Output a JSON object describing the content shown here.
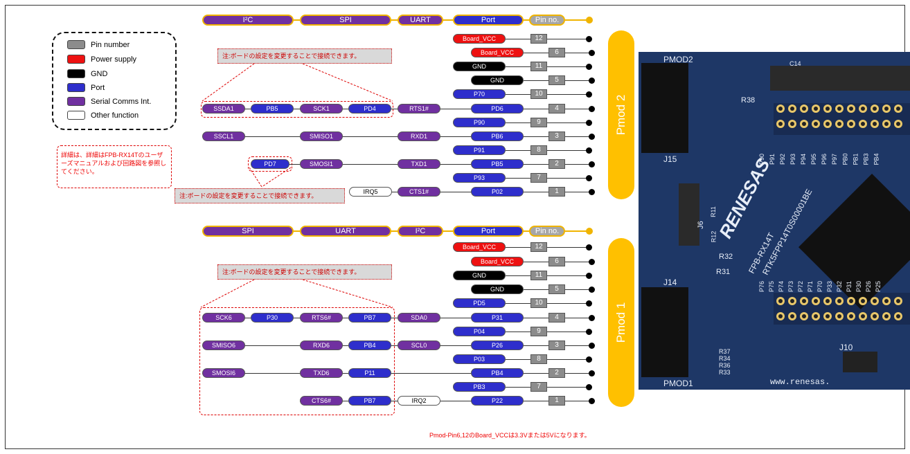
{
  "headers_top": {
    "i2c": "I²C",
    "spi": "SPI",
    "uart": "UART",
    "port": "Port",
    "pin": "Pin no."
  },
  "headers_bottom": {
    "spi": "SPI",
    "uart": "UART",
    "i2c": "I²C",
    "port": "Port",
    "pin": "Pin no."
  },
  "legend": [
    {
      "label": "Pin number",
      "color": "#8c8c8c"
    },
    {
      "label": "Power supply",
      "color": "#ee1111"
    },
    {
      "label": "GND",
      "color": "#000000"
    },
    {
      "label": "Port",
      "color": "#2e2ecc"
    },
    {
      "label": "Serial Comms Int.",
      "color": "#7030a0"
    },
    {
      "label": "Other function",
      "color": "#ffffff"
    }
  ],
  "pmod2": {
    "title": "Pmod 2",
    "note": "注:ボードの設定を変更することで接続できます。",
    "rows": [
      {
        "pin": "12",
        "port": "Board_VCC"
      },
      {
        "pin": "6",
        "port": "Board_VCC"
      },
      {
        "pin": "11",
        "port": "GND"
      },
      {
        "pin": "5",
        "port": "GND"
      },
      {
        "pin": "10",
        "port": "P70"
      },
      {
        "pin": "4",
        "port": "PD6",
        "signals": [
          "SSDA1",
          "PB5",
          "SCK1",
          "PD4",
          "RTS1#"
        ]
      },
      {
        "pin": "9",
        "port": "P90"
      },
      {
        "pin": "3",
        "port": "PB6",
        "signals": [
          "SSCL1",
          "SMISO1",
          "RXD1"
        ]
      },
      {
        "pin": "8",
        "port": "P91"
      },
      {
        "pin": "2",
        "port": "PB5",
        "signals": [
          "PD7",
          "SMOSI1",
          "TXD1"
        ]
      },
      {
        "pin": "7",
        "port": "P93"
      },
      {
        "pin": "1",
        "port": "P02",
        "signals": [
          "IRQ5",
          "CTS1#"
        ]
      }
    ]
  },
  "pmod1": {
    "title": "Pmod 1",
    "note": "注:ボードの設定を変更することで接続できます。",
    "rows": [
      {
        "pin": "12",
        "port": "Board_VCC"
      },
      {
        "pin": "6",
        "port": "Board_VCC"
      },
      {
        "pin": "11",
        "port": "GND"
      },
      {
        "pin": "5",
        "port": "GND"
      },
      {
        "pin": "10",
        "port": "PD5"
      },
      {
        "pin": "4",
        "port": "P31",
        "signals": [
          "SCK6",
          "P30",
          "RTS6#",
          "PB7",
          "SDA0"
        ]
      },
      {
        "pin": "9",
        "port": "P04"
      },
      {
        "pin": "3",
        "port": "P26",
        "signals": [
          "SMISO6",
          "RXD6",
          "PB4",
          "SCL0"
        ]
      },
      {
        "pin": "8",
        "port": "P03"
      },
      {
        "pin": "2",
        "port": "PB4",
        "signals": [
          "SMOSI6",
          "TXD6",
          "P11"
        ]
      },
      {
        "pin": "7",
        "port": "PB3"
      },
      {
        "pin": "1",
        "port": "P22",
        "signals": [
          "CTS6#",
          "PB7",
          "IRQ2"
        ]
      }
    ]
  },
  "note_mid": "注:ボードの設定を変更することで接続できます。",
  "detail_note": "詳細は、詳細はFPB-RX14Tのユーザーズマニュアルおよび回路図を参照してください。",
  "footer_note": "Pmod-Pin6,12のBoard_VCCは3.3Vまたは5Vになります。",
  "board": {
    "labels": [
      "PMOD2",
      "C14",
      "R38",
      "J15",
      "J14",
      "R32",
      "R31",
      "J6",
      "R11",
      "R12",
      "J10",
      "R37",
      "R34",
      "R36",
      "R33",
      "PMOD1",
      "www.renesas.",
      "RENESAS",
      "FPB-RX14T",
      "RTK5FPP14T0S00001BE"
    ],
    "pins_top": [
      "P90",
      "P91",
      "P92",
      "P93",
      "P94",
      "P95",
      "P96",
      "P97",
      "PB0",
      "PB1",
      "PB3",
      "PB4"
    ],
    "pins_bottom": [
      "P76",
      "P75",
      "P74",
      "P73",
      "P72",
      "P71",
      "P70",
      "P33",
      "P32",
      "P31",
      "P30",
      "P26",
      "P25"
    ]
  }
}
